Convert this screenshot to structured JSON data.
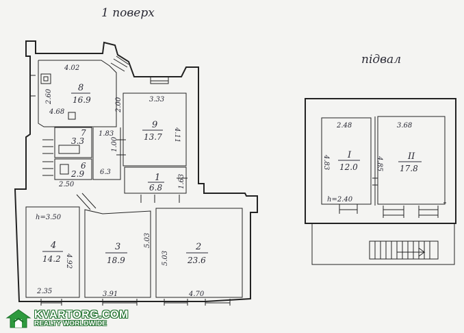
{
  "titles": {
    "floor1": "1 поверх",
    "basement": "підвал"
  },
  "rooms": {
    "r8": {
      "no": "8",
      "area": "16.9"
    },
    "r9": {
      "no": "9",
      "area": "13.7"
    },
    "r1": {
      "no": "1",
      "area": "6.8"
    },
    "r7": {
      "no": "7",
      "area": "3.3"
    },
    "r6": {
      "no": "6",
      "area": "2.9"
    },
    "r4": {
      "no": "4",
      "area": "14.2"
    },
    "r3": {
      "no": "3",
      "area": "18.9"
    },
    "r2": {
      "no": "2",
      "area": "23.6"
    },
    "bI": {
      "no": "I",
      "area": "12.0"
    },
    "bII": {
      "no": "II",
      "area": "17.8"
    }
  },
  "dims": {
    "d402": "4.02",
    "d260": "2.60",
    "d468": "4.68",
    "d200": "2.00",
    "d333": "3.33",
    "d411": "4.11",
    "d183": "1.83",
    "d100": "1.00",
    "d163": "1.63",
    "d63": "6.3",
    "d250": "2.50",
    "h350": "h=3.50",
    "d492": "4.92",
    "d235": "2.35",
    "d503a": "5.03",
    "d503b": "5.03",
    "d391": "3.91",
    "d470": "4.70",
    "b248": "2.48",
    "b483": "4.83",
    "b368": "3.68",
    "b485": "4.85",
    "bh": "h=2.40"
  },
  "logo": {
    "brand": "KVARTORG.COM",
    "tagline": "REALTY WORLDWIDE",
    "color": "#2e9a3e"
  }
}
